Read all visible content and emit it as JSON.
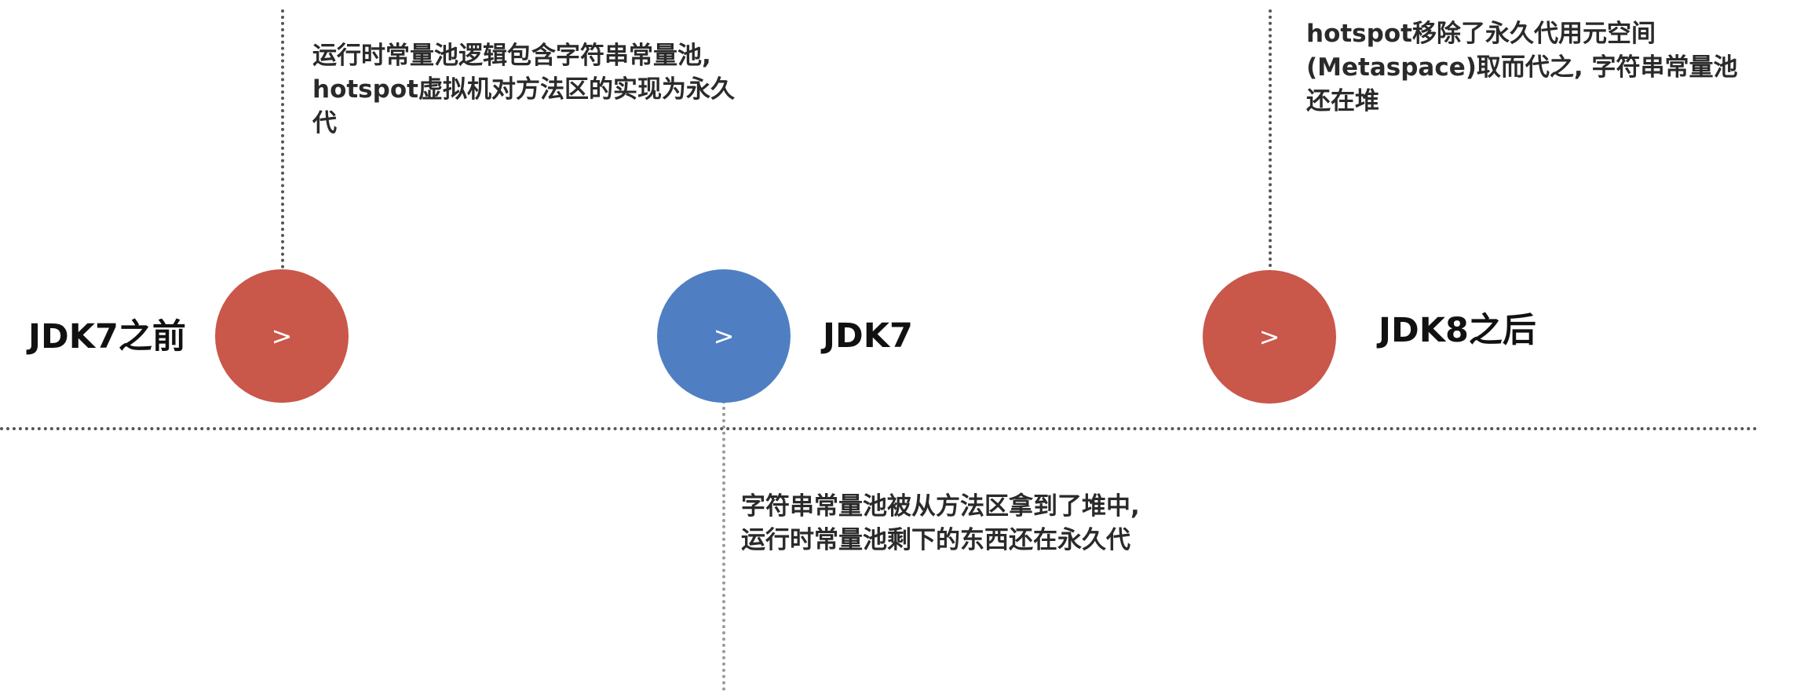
{
  "stages": [
    {
      "label": "JDK7之前",
      "description_lines": [
        "运行时常量池逻辑包含字符串常量池,",
        "hotspot虚拟机对方法区的实现为永久",
        "代"
      ],
      "color": "#c9574a",
      "icon": "chevron-right-icon",
      "icon_glyph": ">"
    },
    {
      "label": "JDK7",
      "description_lines": [
        "字符串常量池被从方法区拿到了堆中,",
        "运行时常量池剩下的东西还在永久代"
      ],
      "color": "#4f7fc2",
      "icon": "chevron-right-icon",
      "icon_glyph": ">"
    },
    {
      "label": "JDK8之后",
      "description_lines": [
        "hotspot移除了永久代用元空间",
        "(Metaspace)取而代之, 字符串常量池",
        "还在堆"
      ],
      "color": "#c9574a",
      "icon": "chevron-right-icon",
      "icon_glyph": ">"
    }
  ]
}
